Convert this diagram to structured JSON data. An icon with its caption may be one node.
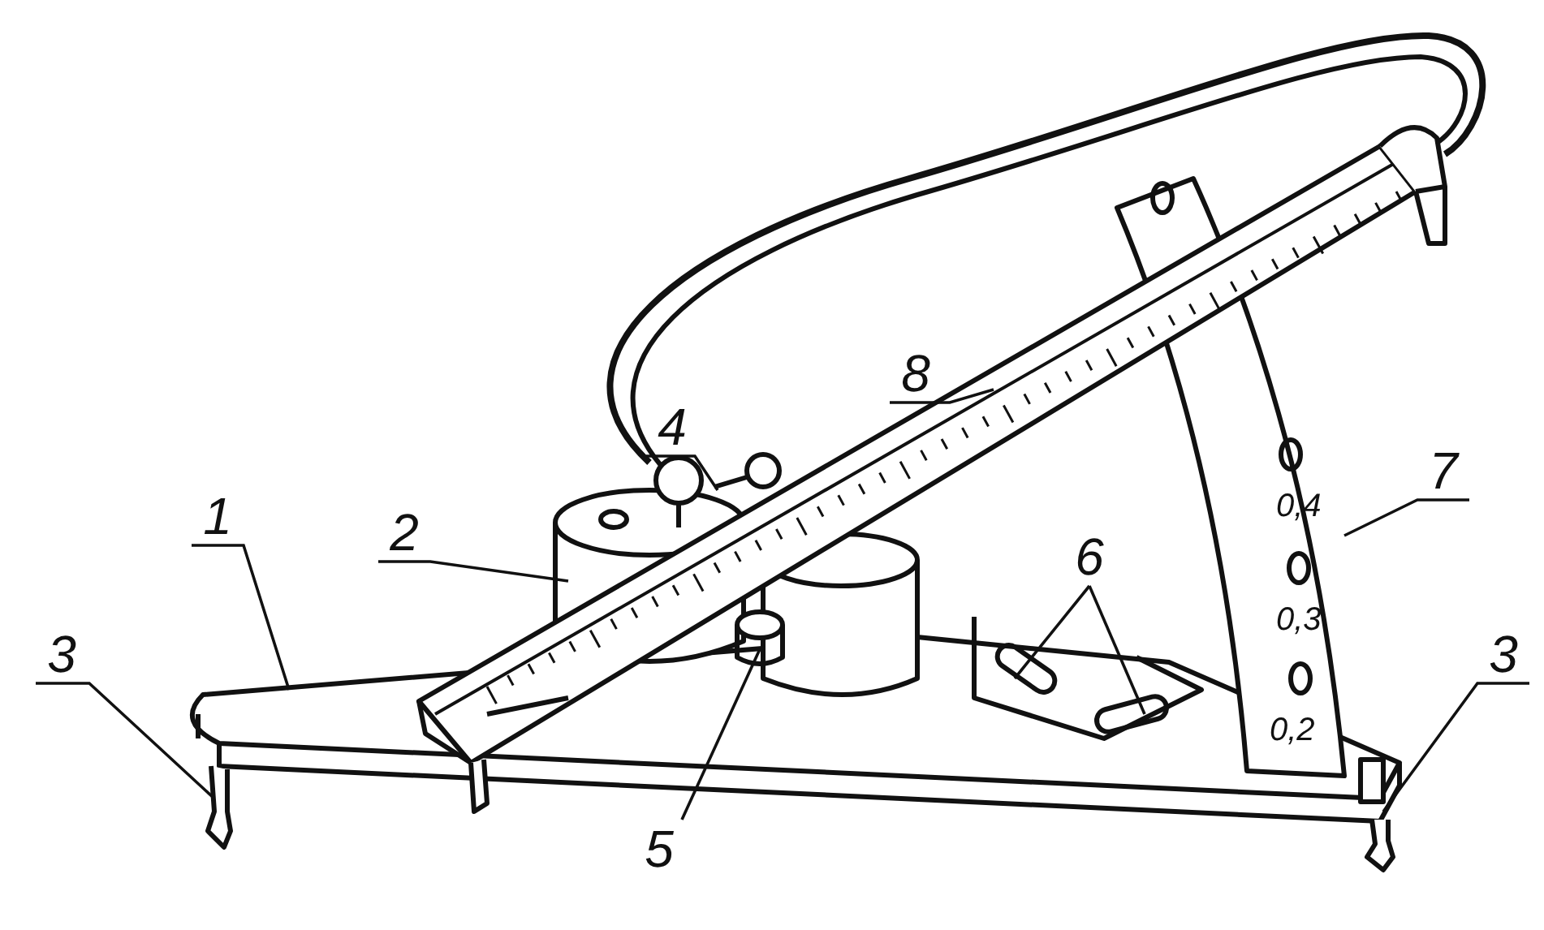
{
  "diagram": {
    "nodes": [
      {
        "text": [
          "8"
        ]
      },
      {
        "text": [
          "4"
        ]
      },
      {
        "text": [
          "7"
        ]
      },
      {
        "text": [
          "1"
        ]
      },
      {
        "text": [
          "2"
        ]
      },
      {
        "text": [
          "6"
        ]
      },
      {
        "text": [
          "3"
        ]
      },
      {
        "text": [
          "3"
        ]
      },
      {
        "text": [
          "5"
        ]
      }
    ],
    "edges": [
      {
        "from": 0,
        "to": null,
        "arrow": "none"
      },
      {
        "from": 1,
        "to": null,
        "arrow": "none"
      },
      {
        "from": 2,
        "to": null,
        "arrow": "none"
      },
      {
        "from": 3,
        "to": null,
        "arrow": "none"
      },
      {
        "from": 4,
        "to": null,
        "arrow": "none"
      },
      {
        "from": 5,
        "to": null,
        "arrow": "none"
      },
      {
        "from": 5,
        "to": null,
        "arrow": "none"
      },
      {
        "from": 6,
        "to": null,
        "arrow": "none"
      },
      {
        "from": 7,
        "to": null,
        "arrow": "none"
      },
      {
        "from": 8,
        "to": null,
        "arrow": "none"
      }
    ],
    "labels": [
      "0,4",
      "0,3",
      "0,2"
    ]
  }
}
